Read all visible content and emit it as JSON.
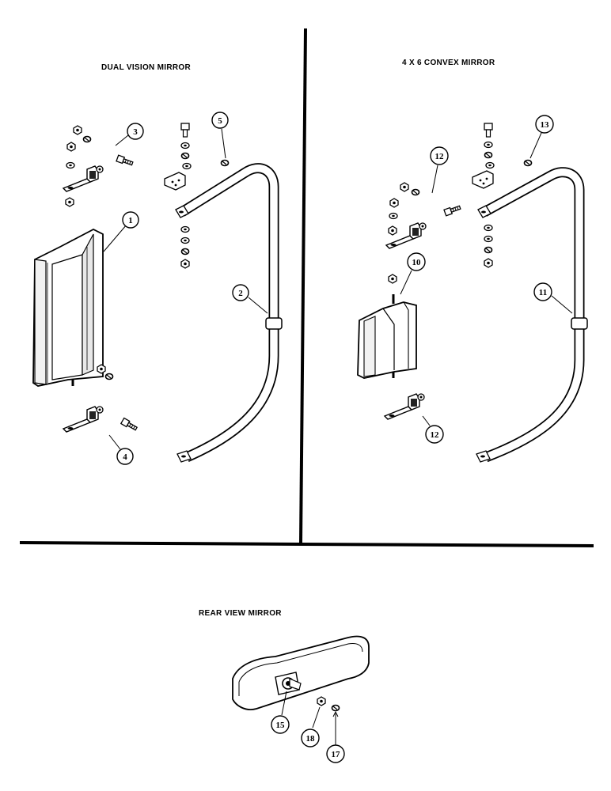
{
  "titles": {
    "dual_vision": "DUAL VISION MIRROR",
    "convex": "4 X 6 CONVEX MIRROR",
    "rear_view": "REAR VIEW MIRROR"
  },
  "callouts": {
    "c1": "1",
    "c2": "2",
    "c3": "3",
    "c4": "4",
    "c5": "5",
    "c10": "10",
    "c11": "11",
    "c12a": "12",
    "c12b": "12",
    "c13": "13",
    "c15": "15",
    "c17": "17",
    "c18": "18"
  }
}
